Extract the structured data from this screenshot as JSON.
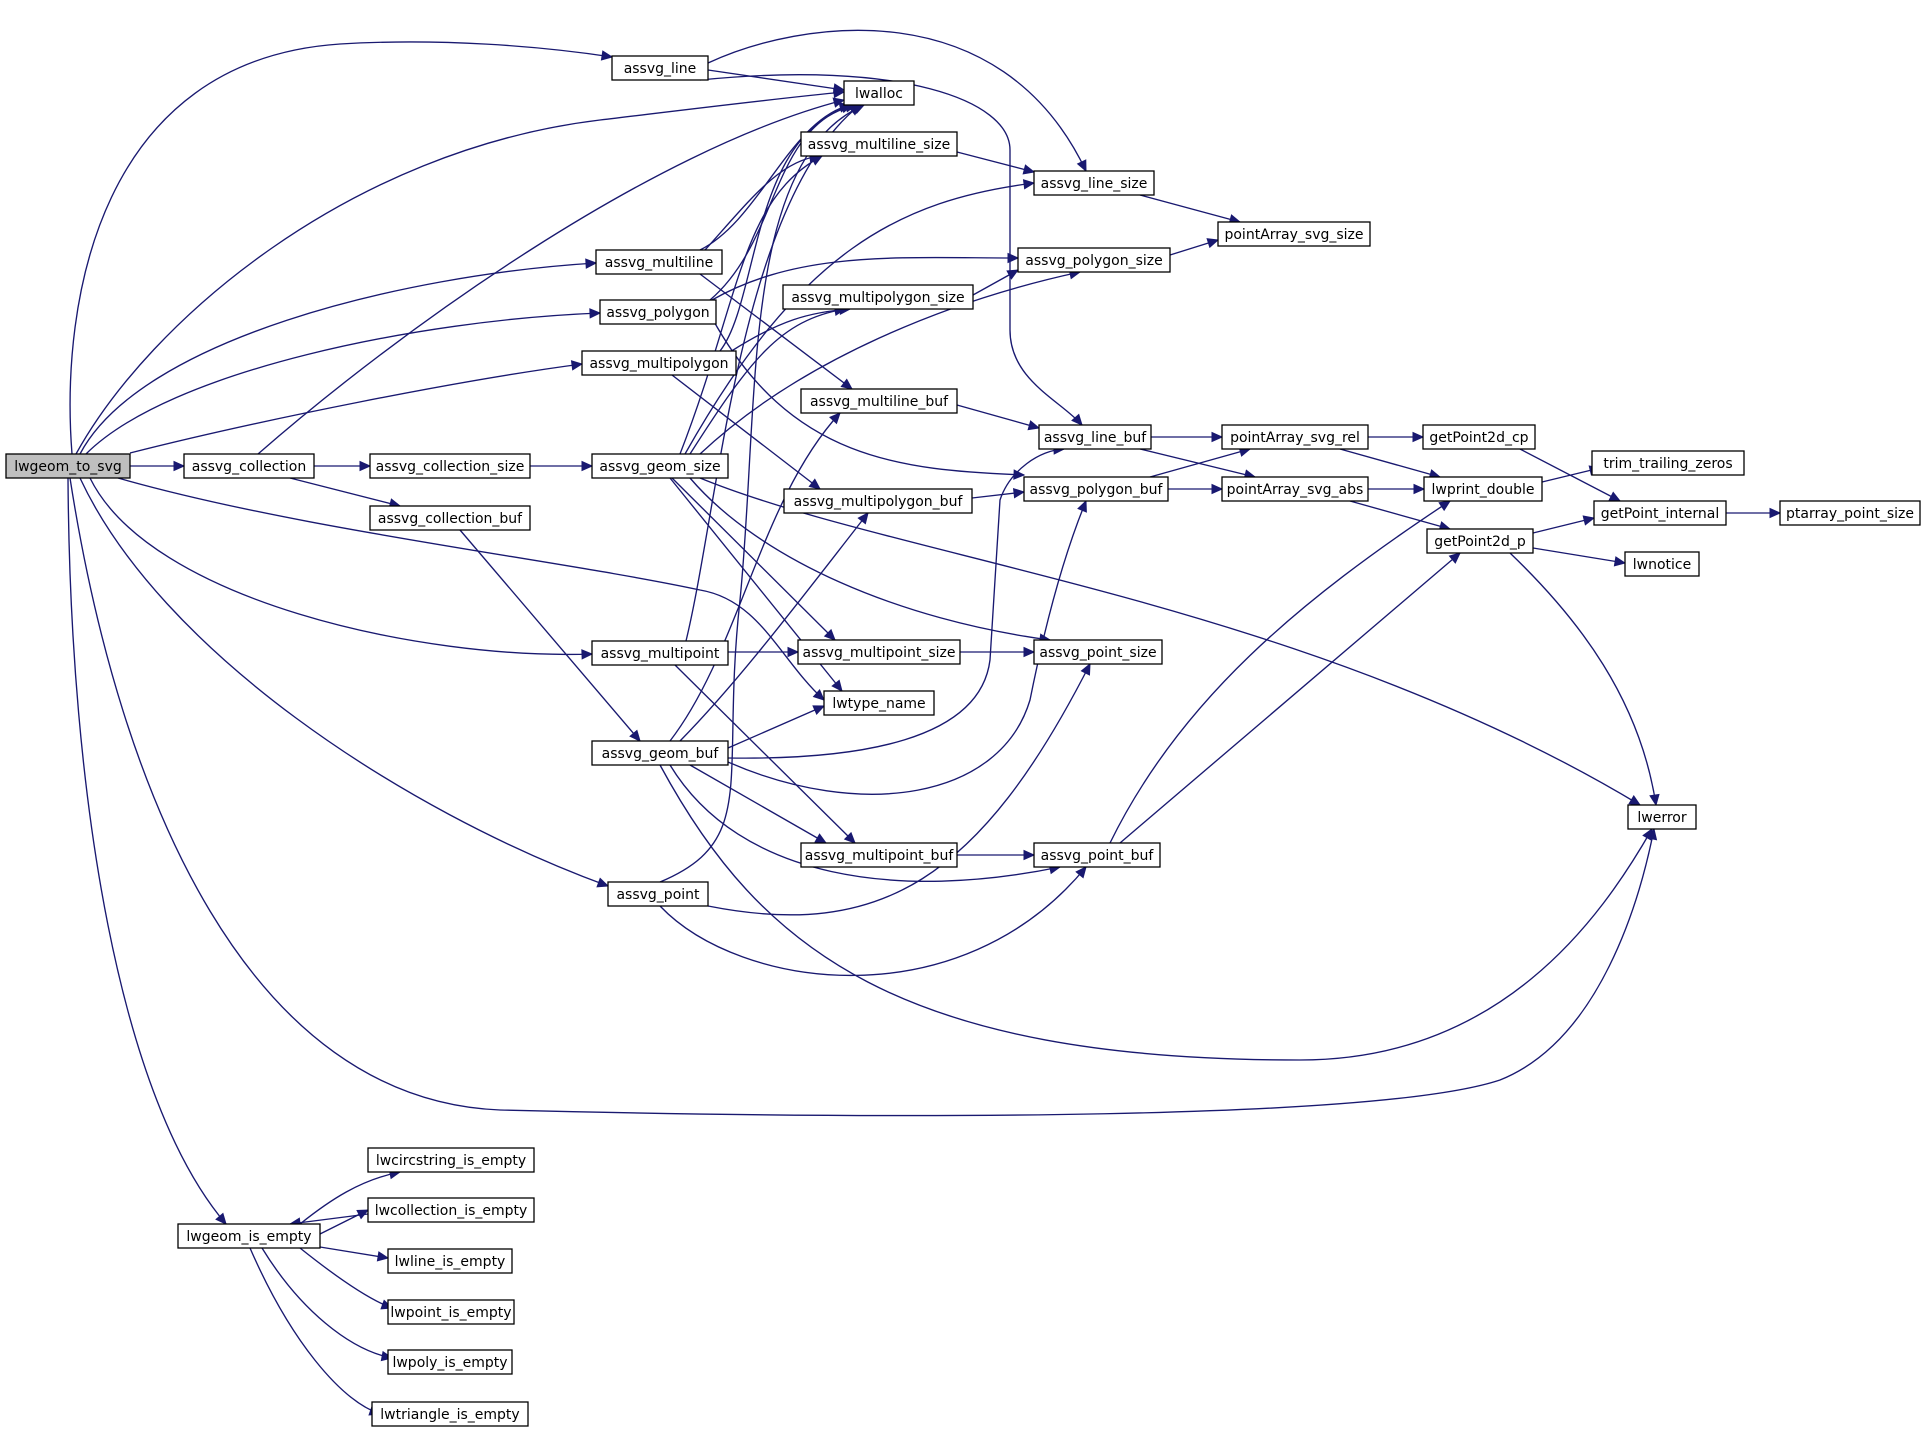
{
  "nodes": [
    {
      "id": "lwgeom_to_svg",
      "label": "lwgeom_to_svg",
      "root": true
    },
    {
      "id": "assvg_line",
      "label": "assvg_line"
    },
    {
      "id": "lwalloc",
      "label": "lwalloc"
    },
    {
      "id": "assvg_multiline_size",
      "label": "assvg_multiline_size"
    },
    {
      "id": "assvg_line_size",
      "label": "assvg_line_size"
    },
    {
      "id": "pointArray_svg_size",
      "label": "pointArray_svg_size"
    },
    {
      "id": "assvg_multiline",
      "label": "assvg_multiline"
    },
    {
      "id": "assvg_polygon_size",
      "label": "assvg_polygon_size"
    },
    {
      "id": "assvg_multipolygon_size",
      "label": "assvg_multipolygon_size"
    },
    {
      "id": "assvg_polygon",
      "label": "assvg_polygon"
    },
    {
      "id": "assvg_multipolygon",
      "label": "assvg_multipolygon"
    },
    {
      "id": "assvg_multiline_buf",
      "label": "assvg_multiline_buf"
    },
    {
      "id": "assvg_line_buf",
      "label": "assvg_line_buf"
    },
    {
      "id": "pointArray_svg_rel",
      "label": "pointArray_svg_rel"
    },
    {
      "id": "getPoint2d_cp",
      "label": "getPoint2d_cp"
    },
    {
      "id": "trim_trailing_zeros",
      "label": "trim_trailing_zeros"
    },
    {
      "id": "assvg_collection",
      "label": "assvg_collection"
    },
    {
      "id": "assvg_collection_size",
      "label": "assvg_collection_size"
    },
    {
      "id": "assvg_geom_size",
      "label": "assvg_geom_size"
    },
    {
      "id": "assvg_multipolygon_buf",
      "label": "assvg_multipolygon_buf"
    },
    {
      "id": "assvg_polygon_buf",
      "label": "assvg_polygon_buf"
    },
    {
      "id": "pointArray_svg_abs",
      "label": "pointArray_svg_abs"
    },
    {
      "id": "lwprint_double",
      "label": "lwprint_double"
    },
    {
      "id": "getPoint_internal",
      "label": "getPoint_internal"
    },
    {
      "id": "ptarray_point_size",
      "label": "ptarray_point_size"
    },
    {
      "id": "assvg_collection_buf",
      "label": "assvg_collection_buf"
    },
    {
      "id": "getPoint2d_p",
      "label": "getPoint2d_p"
    },
    {
      "id": "lwnotice",
      "label": "lwnotice"
    },
    {
      "id": "assvg_multipoint",
      "label": "assvg_multipoint"
    },
    {
      "id": "assvg_multipoint_size",
      "label": "assvg_multipoint_size"
    },
    {
      "id": "assvg_point_size",
      "label": "assvg_point_size"
    },
    {
      "id": "lwtype_name",
      "label": "lwtype_name"
    },
    {
      "id": "assvg_geom_buf",
      "label": "assvg_geom_buf"
    },
    {
      "id": "lwerror",
      "label": "lwerror"
    },
    {
      "id": "assvg_multipoint_buf",
      "label": "assvg_multipoint_buf"
    },
    {
      "id": "assvg_point_buf",
      "label": "assvg_point_buf"
    },
    {
      "id": "assvg_point",
      "label": "assvg_point"
    },
    {
      "id": "lwcircstring_is_empty",
      "label": "lwcircstring_is_empty"
    },
    {
      "id": "lwcollection_is_empty",
      "label": "lwcollection_is_empty"
    },
    {
      "id": "lwgeom_is_empty",
      "label": "lwgeom_is_empty"
    },
    {
      "id": "lwline_is_empty",
      "label": "lwline_is_empty"
    },
    {
      "id": "lwpoint_is_empty",
      "label": "lwpoint_is_empty"
    },
    {
      "id": "lwpoly_is_empty",
      "label": "lwpoly_is_empty"
    },
    {
      "id": "lwtriangle_is_empty",
      "label": "lwtriangle_is_empty"
    }
  ],
  "edges": [
    [
      "lwgeom_to_svg",
      "assvg_line"
    ],
    [
      "lwgeom_to_svg",
      "lwalloc"
    ],
    [
      "lwgeom_to_svg",
      "assvg_multiline"
    ],
    [
      "lwgeom_to_svg",
      "assvg_polygon"
    ],
    [
      "lwgeom_to_svg",
      "assvg_multipolygon"
    ],
    [
      "lwgeom_to_svg",
      "assvg_collection"
    ],
    [
      "lwgeom_to_svg",
      "lwtype_name"
    ],
    [
      "lwgeom_to_svg",
      "assvg_multipoint"
    ],
    [
      "lwgeom_to_svg",
      "assvg_point"
    ],
    [
      "lwgeom_to_svg",
      "lwerror"
    ],
    [
      "lwgeom_to_svg",
      "lwgeom_is_empty"
    ],
    [
      "assvg_line",
      "lwalloc"
    ],
    [
      "assvg_line",
      "assvg_line_size"
    ],
    [
      "assvg_line",
      "assvg_line_buf"
    ],
    [
      "assvg_multiline",
      "lwalloc"
    ],
    [
      "assvg_multiline",
      "assvg_multiline_size"
    ],
    [
      "assvg_multiline",
      "assvg_multiline_buf"
    ],
    [
      "assvg_polygon",
      "lwalloc"
    ],
    [
      "assvg_polygon",
      "assvg_polygon_size"
    ],
    [
      "assvg_polygon",
      "assvg_polygon_buf"
    ],
    [
      "assvg_multipolygon",
      "lwalloc"
    ],
    [
      "assvg_multipolygon",
      "assvg_multipolygon_size"
    ],
    [
      "assvg_multipolygon",
      "assvg_multipolygon_buf"
    ],
    [
      "assvg_multipoint",
      "lwalloc"
    ],
    [
      "assvg_multipoint",
      "assvg_multipoint_size"
    ],
    [
      "assvg_multipoint",
      "assvg_multipoint_buf"
    ],
    [
      "assvg_point",
      "lwalloc"
    ],
    [
      "assvg_point",
      "assvg_point_size"
    ],
    [
      "assvg_point",
      "assvg_point_buf"
    ],
    [
      "assvg_collection",
      "lwalloc"
    ],
    [
      "assvg_collection",
      "assvg_collection_size"
    ],
    [
      "assvg_collection",
      "assvg_collection_buf"
    ],
    [
      "assvg_collection_size",
      "assvg_geom_size"
    ],
    [
      "assvg_collection_buf",
      "assvg_geom_buf"
    ],
    [
      "assvg_geom_size",
      "assvg_multiline_size"
    ],
    [
      "assvg_geom_size",
      "assvg_line_size"
    ],
    [
      "assvg_geom_size",
      "assvg_multipolygon_size"
    ],
    [
      "assvg_geom_size",
      "assvg_polygon_size"
    ],
    [
      "assvg_geom_size",
      "assvg_multipoint_size"
    ],
    [
      "assvg_geom_size",
      "assvg_point_size"
    ],
    [
      "assvg_geom_size",
      "lwtype_name"
    ],
    [
      "assvg_geom_size",
      "lwerror"
    ],
    [
      "assvg_geom_buf",
      "assvg_multiline_buf"
    ],
    [
      "assvg_geom_buf",
      "assvg_multipolygon_buf"
    ],
    [
      "assvg_geom_buf",
      "assvg_line_buf"
    ],
    [
      "assvg_geom_buf",
      "assvg_polygon_buf"
    ],
    [
      "assvg_geom_buf",
      "lwtype_name"
    ],
    [
      "assvg_geom_buf",
      "assvg_multipoint_buf"
    ],
    [
      "assvg_geom_buf",
      "assvg_point_buf"
    ],
    [
      "assvg_geom_buf",
      "lwerror"
    ],
    [
      "assvg_multiline_size",
      "assvg_line_size"
    ],
    [
      "assvg_line_size",
      "pointArray_svg_size"
    ],
    [
      "assvg_multipolygon_size",
      "assvg_polygon_size"
    ],
    [
      "assvg_polygon_size",
      "pointArray_svg_size"
    ],
    [
      "assvg_multipoint_size",
      "assvg_point_size"
    ],
    [
      "assvg_multiline_buf",
      "assvg_line_buf"
    ],
    [
      "assvg_multipolygon_buf",
      "assvg_polygon_buf"
    ],
    [
      "assvg_multipoint_buf",
      "assvg_point_buf"
    ],
    [
      "assvg_line_buf",
      "pointArray_svg_rel"
    ],
    [
      "assvg_line_buf",
      "pointArray_svg_abs"
    ],
    [
      "assvg_polygon_buf",
      "pointArray_svg_rel"
    ],
    [
      "assvg_polygon_buf",
      "pointArray_svg_abs"
    ],
    [
      "assvg_point_buf",
      "lwprint_double"
    ],
    [
      "assvg_point_buf",
      "getPoint2d_p"
    ],
    [
      "pointArray_svg_rel",
      "getPoint2d_cp"
    ],
    [
      "pointArray_svg_rel",
      "lwprint_double"
    ],
    [
      "pointArray_svg_abs",
      "lwprint_double"
    ],
    [
      "pointArray_svg_abs",
      "getPoint2d_p"
    ],
    [
      "getPoint2d_cp",
      "getPoint_internal"
    ],
    [
      "lwprint_double",
      "trim_trailing_zeros"
    ],
    [
      "getPoint2d_p",
      "getPoint_internal"
    ],
    [
      "getPoint2d_p",
      "lwnotice"
    ],
    [
      "getPoint2d_p",
      "lwerror"
    ],
    [
      "getPoint_internal",
      "ptarray_point_size"
    ],
    [
      "lwgeom_is_empty",
      "lwcircstring_is_empty"
    ],
    [
      "lwgeom_is_empty",
      "lwcollection_is_empty"
    ],
    [
      "lwgeom_is_empty",
      "lwline_is_empty"
    ],
    [
      "lwgeom_is_empty",
      "lwpoint_is_empty"
    ],
    [
      "lwgeom_is_empty",
      "lwpoly_is_empty"
    ],
    [
      "lwgeom_is_empty",
      "lwtriangle_is_empty"
    ],
    [
      "lwcollection_is_empty",
      "lwgeom_is_empty"
    ]
  ]
}
